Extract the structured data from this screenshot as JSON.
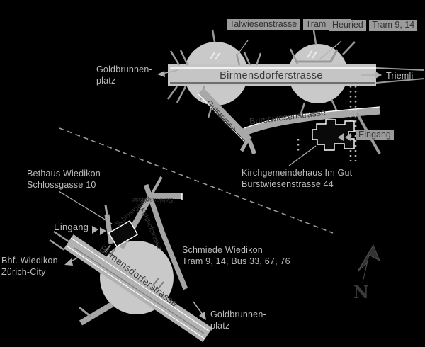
{
  "colors": {
    "background": "#000000",
    "plaza": "#c9c9c9",
    "street": "#a8a8a8",
    "street_text": "#3a3a3a",
    "label_text": "#bcbcbc",
    "stop_box_bg": "#9b9b9b",
    "stop_box_text": "#333333",
    "building": "#0a0a0a"
  },
  "top_map": {
    "stops": {
      "talwiesenstrasse": {
        "name": "Talwiesenstrasse",
        "lines": "Tram 9, 14"
      },
      "heuried": {
        "name": "Heuried",
        "lines": "Tram 9, 14"
      }
    },
    "streets": {
      "birmensdorferstrasse": "Birmensdorferstrasse",
      "gutstrasse": "Gutstrasse",
      "burstwiesenstrasse": "Burstwiesenstrasse"
    },
    "directions": {
      "goldbrunnenplatz_line1": "Goldbrunnen-",
      "goldbrunnenplatz_line2": "platz",
      "triemli": "Triemli"
    },
    "venue": {
      "name": "Kirchgemeindehaus Im Gut",
      "address": "Burstwiesenstrasse 44"
    },
    "entrance_label": "Eingang"
  },
  "bottom_map": {
    "streets": {
      "birmensdorferstrasse": "Birmensdorferstrasse",
      "schlossgasse": "Schlossgasse",
      "kehlhofstrasse": "Kehlhofstrasse"
    },
    "venue": {
      "name": "Bethaus Wiedikon",
      "address": "Schlossgasse 10"
    },
    "entrance_label": "Eingang",
    "stop_schmiede": {
      "name": "Schmiede Wiedikon",
      "lines": "Tram 9, 14, Bus 33, 67, 76"
    },
    "directions": {
      "bhf_line1": "Bhf. Wiedikon",
      "bhf_line2": "Zürich-City",
      "goldbrunnenplatz_line1": "Goldbrunnen-",
      "goldbrunnenplatz_line2": "platz"
    }
  },
  "compass": {
    "north": "N"
  }
}
